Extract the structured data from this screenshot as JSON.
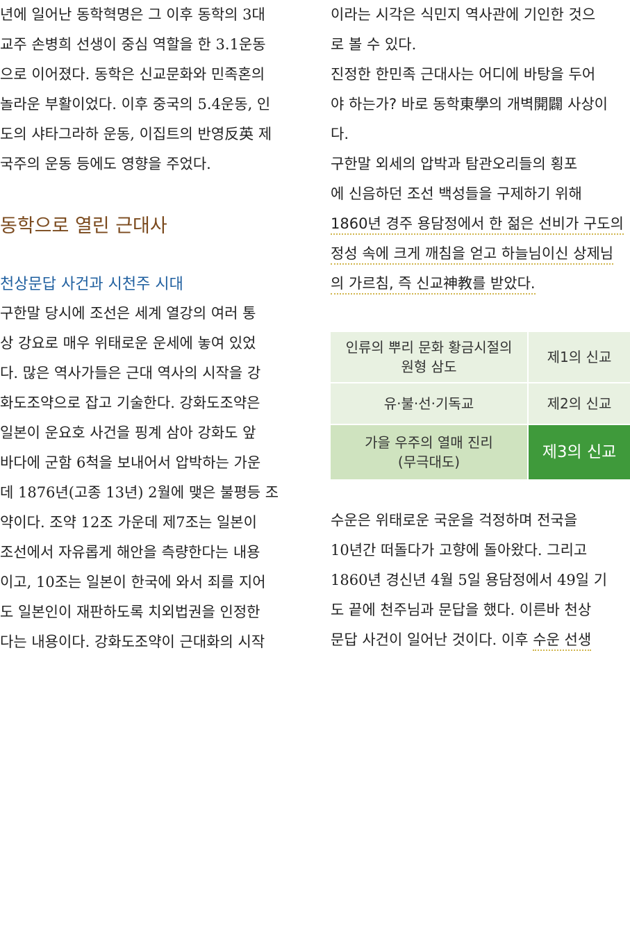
{
  "left": {
    "intro_lines": [
      "년에 일어난 동학혁명은 그 이후 동학의 3대",
      "교주 손병희 선생이 중심 역할을 한 3.1운동",
      "으로 이어졌다. 동학은 신교문화와 민족혼의",
      "놀라운 부활이었다. 이후 중국의 5.4운동, 인",
      "도의 샤타그라하 운동, 이집트의 반영反英 제",
      "국주의 운동 등에도 영향을 주었다."
    ],
    "section_title": "동학으로 열린 근대사",
    "sub_title": "천상문답 사건과 시천주 시대",
    "body_lines": [
      "구한말 당시에 조선은 세계 열강의 여러 통",
      "상 강요로 매우 위태로운 운세에 놓여 있었",
      "다. 많은 역사가들은 근대 역사의 시작을 강",
      "화도조약으로 잡고 기술한다. 강화도조약은",
      "일본이 운요호 사건을 핑계 삼아 강화도 앞",
      "바다에 군함 6척을 보내어서 압박하는 가운",
      "데 1876년(고종 13년) 2월에 맺은 불평등 조",
      "약이다. 조약 12조 가운데 제7조는 일본이",
      "조선에서 자유롭게 해안을 측량한다는 내용",
      "이고, 10조는 일본이 한국에 와서 죄를 지어",
      "도 일본인이 재판하도록 치외법권을 인정한",
      "다는 내용이다. 강화도조약이 근대화의 시작"
    ]
  },
  "right": {
    "p1_lines": [
      "이라는 시각은 식민지 역사관에 기인한 것으",
      "로 볼 수 있다."
    ],
    "p2_lines": [
      "진정한 한민족 근대사는 어디에 바탕을 두어",
      "야 하는가? 바로 동학東學의 개벽開闢 사상이",
      "다."
    ],
    "p3_plain_lines": [
      "구한말 외세의 압박과 탐관오리들의 횡포",
      "에 신음하던 조선 백성들을 구제하기 위해"
    ],
    "p3_highlight_lines": [
      "1860년 경주 용담정에서 한 젊은 선비가 구도의",
      "정성 속에 크게 깨침을 얻고 하늘님이신 상제님",
      "의 가르침, 즉 신교神教를 받았다."
    ],
    "table": [
      {
        "left_line1": "인류의 뿌리 문화 황금시절의",
        "left_line2": "원형 삼도",
        "right": "제1의 신교"
      },
      {
        "left_line1": "유·불·선·기독교",
        "left_line2": "",
        "right": "제2의 신교"
      },
      {
        "left_line1": "가을 우주의 열매 진리",
        "left_line2": "(무극대도)",
        "right": "제3의 신교"
      }
    ],
    "p4_lines": [
      "수운은 위태로운 국운을 걱정하며 전국을",
      "10년간 떠돌다가 고향에 돌아왔다. 그리고",
      "1860년 경신년 4월 5일 용담정에서 49일 기",
      "도 끝에 천주님과 문답을 했다. 이른바 천상"
    ],
    "p4_last_plain": "문답 사건이 일어난 것이다. 이후 ",
    "p4_last_highlight": "수운 선생"
  },
  "colors": {
    "section_title": "#7b4a1e",
    "sub_title": "#1f5f9f",
    "highlight_underline": "#d1b64e",
    "table_light": "#e8f1e1",
    "table_mid": "#cfe3bf",
    "table_dark": "#3f9a3b"
  }
}
